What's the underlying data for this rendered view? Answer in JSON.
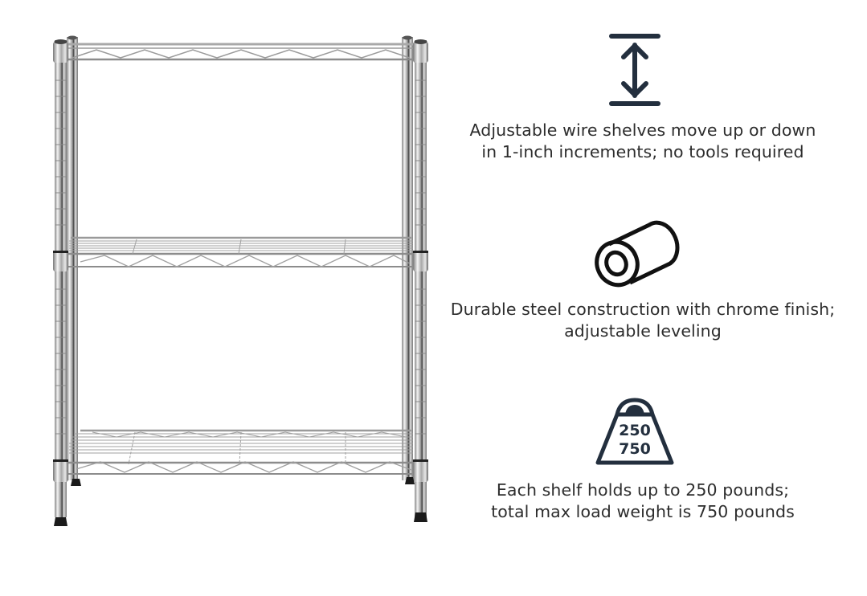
{
  "product_image": {
    "alt": "3-tier chrome wire shelving unit",
    "tiers": 3
  },
  "colors": {
    "icon": "#232f3e",
    "text": "#2d2d2d",
    "chrome_light": "#e6e6e6",
    "chrome_mid": "#b5b5b5",
    "chrome_dark": "#6e6e6e",
    "foot": "#1a1a1a",
    "background": "#ffffff"
  },
  "features": [
    {
      "icon": "height-adjust-icon",
      "lines": [
        "Adjustable wire shelves move up or down",
        "in 1-inch increments; no tools required"
      ]
    },
    {
      "icon": "steel-tube-icon",
      "lines": [
        "Durable steel construction with chrome finish;",
        "adjustable leveling"
      ]
    },
    {
      "icon": "weight-icon",
      "icon_text": [
        "250",
        "750"
      ],
      "lines": [
        "Each shelf holds up to 250 pounds;",
        "total max load weight is 750 pounds"
      ]
    }
  ]
}
